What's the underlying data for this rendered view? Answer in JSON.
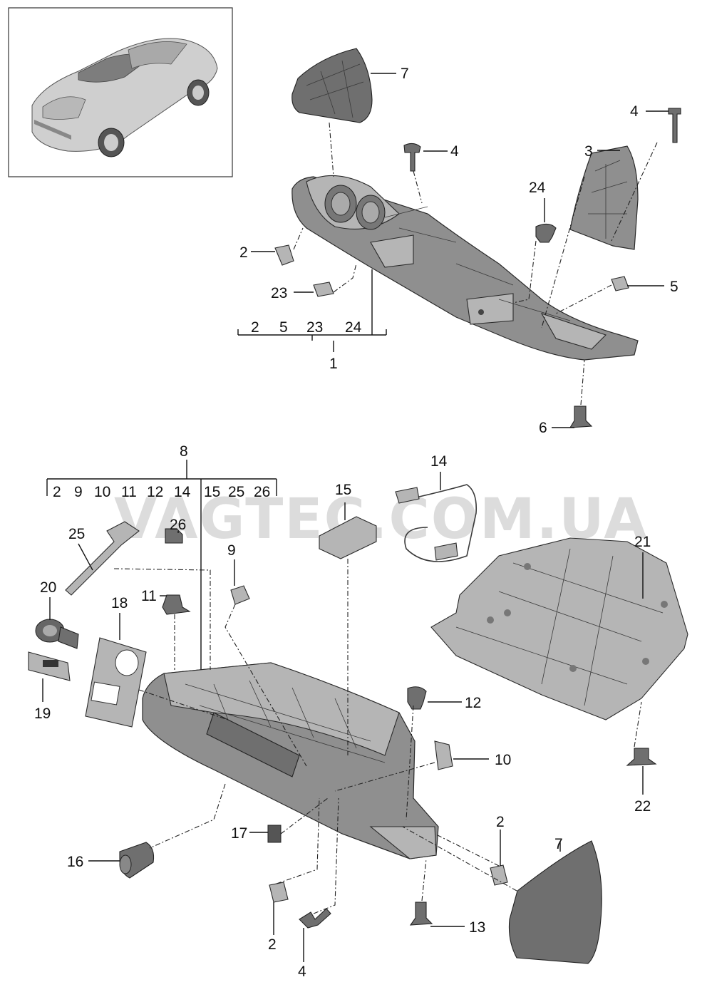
{
  "watermark": "VAGTEC.COM.UA",
  "thumbnail": {
    "icon": "car-icon"
  },
  "callouts": [
    {
      "id": "c7a",
      "text": "7"
    },
    {
      "id": "c4a",
      "text": "4"
    },
    {
      "id": "c4b",
      "text": "4"
    },
    {
      "id": "c3",
      "text": "3"
    },
    {
      "id": "c24",
      "text": "24"
    },
    {
      "id": "c2a",
      "text": "2"
    },
    {
      "id": "c23",
      "text": "23"
    },
    {
      "id": "c5",
      "text": "5"
    },
    {
      "id": "c1",
      "text": "1"
    },
    {
      "id": "c6",
      "text": "6"
    },
    {
      "id": "c8",
      "text": "8"
    },
    {
      "id": "c15",
      "text": "15"
    },
    {
      "id": "c14",
      "text": "14"
    },
    {
      "id": "c25",
      "text": "25"
    },
    {
      "id": "c26",
      "text": "26"
    },
    {
      "id": "c9",
      "text": "9"
    },
    {
      "id": "c21",
      "text": "21"
    },
    {
      "id": "c20",
      "text": "20"
    },
    {
      "id": "c11",
      "text": "11"
    },
    {
      "id": "c18",
      "text": "18"
    },
    {
      "id": "c19",
      "text": "19"
    },
    {
      "id": "c12",
      "text": "12"
    },
    {
      "id": "c10",
      "text": "10"
    },
    {
      "id": "c22",
      "text": "22"
    },
    {
      "id": "c17",
      "text": "17"
    },
    {
      "id": "c2b",
      "text": "2"
    },
    {
      "id": "c7b",
      "text": "7"
    },
    {
      "id": "c16",
      "text": "16"
    },
    {
      "id": "c13",
      "text": "13"
    },
    {
      "id": "c2c",
      "text": "2"
    },
    {
      "id": "c4c",
      "text": "4"
    }
  ],
  "group1": {
    "number": "1",
    "items": [
      "2",
      "5",
      "23",
      "24"
    ]
  },
  "group8": {
    "number": "8",
    "items": [
      "2",
      "9",
      "10",
      "11",
      "12",
      "14",
      "15",
      "25",
      "26"
    ]
  }
}
